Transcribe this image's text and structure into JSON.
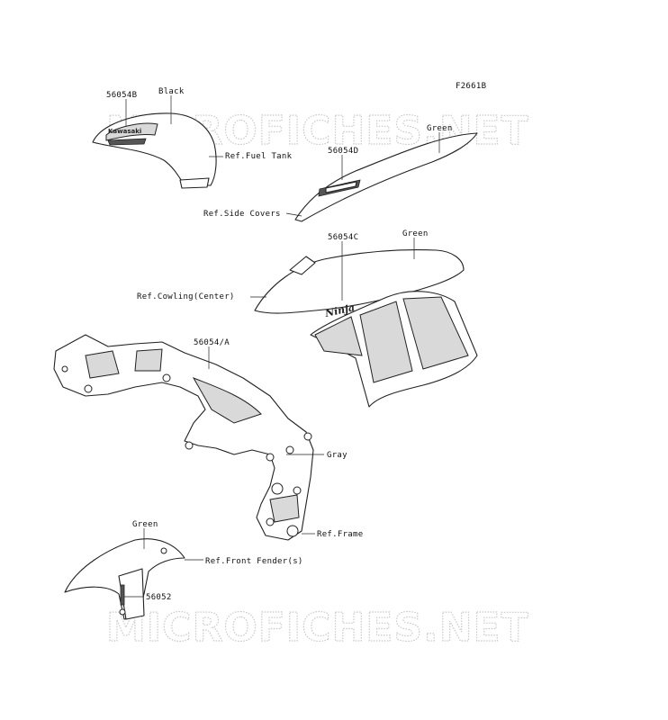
{
  "diagram_code": "F2661B",
  "watermark": "MICROFICHES.NET",
  "labels": {
    "l1": "56054B",
    "l2": "Black",
    "l3": "Ref.Fuel Tank",
    "l4": "Green",
    "l5": "56054D",
    "l6": "Ref.Side Covers",
    "l7": "56054C",
    "l8": "Green",
    "l9": "Ref.Cowling(Center)",
    "l10": "56054/A",
    "l11": "Gray",
    "l12": "Ref.Frame",
    "l13": "Green",
    "l14": "Ref.Front Fender(s)",
    "l15": "56052"
  },
  "decal_text": {
    "tank": "Kawasaki",
    "cowl": "Ninja"
  }
}
